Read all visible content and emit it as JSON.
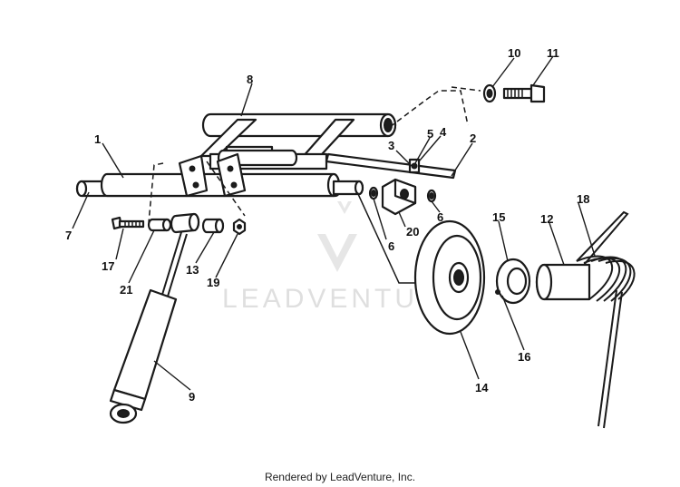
{
  "callouts": [
    {
      "id": "1",
      "label": "1"
    },
    {
      "id": "2",
      "label": "2"
    },
    {
      "id": "3",
      "label": "3"
    },
    {
      "id": "4",
      "label": "4"
    },
    {
      "id": "5",
      "label": "5"
    },
    {
      "id": "6a",
      "label": "6"
    },
    {
      "id": "6b",
      "label": "6"
    },
    {
      "id": "7",
      "label": "7"
    },
    {
      "id": "8",
      "label": "8"
    },
    {
      "id": "9",
      "label": "9"
    },
    {
      "id": "10",
      "label": "10"
    },
    {
      "id": "11",
      "label": "11"
    },
    {
      "id": "12",
      "label": "12"
    },
    {
      "id": "13",
      "label": "13"
    },
    {
      "id": "14",
      "label": "14"
    },
    {
      "id": "15",
      "label": "15"
    },
    {
      "id": "16",
      "label": "16"
    },
    {
      "id": "17",
      "label": "17"
    },
    {
      "id": "18",
      "label": "18"
    },
    {
      "id": "19",
      "label": "19"
    },
    {
      "id": "20",
      "label": "20"
    },
    {
      "id": "21",
      "label": "21"
    }
  ],
  "watermark": {
    "text": "LEADVENTURE"
  },
  "footer": {
    "text": "Rendered by LeadVenture, Inc."
  }
}
